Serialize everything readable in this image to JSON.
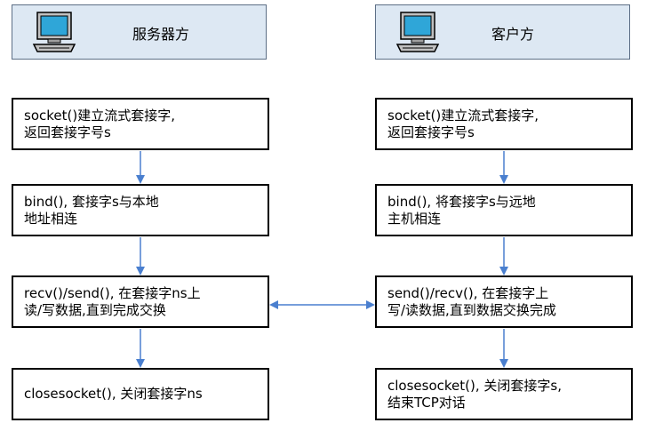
{
  "server": {
    "title": "服务器方",
    "steps": [
      {
        "lines": [
          "socket()建立流式套接字,",
          "返回套接字号s"
        ]
      },
      {
        "lines": [
          "bind(), 套接字s与本地",
          "地址相连"
        ]
      },
      {
        "lines": [
          "recv()/send(), 在套接字ns上",
          "读/写数据,直到完成交换"
        ]
      },
      {
        "lines": [
          "closesocket(), 关闭套接字ns"
        ]
      }
    ]
  },
  "client": {
    "title": "客户方",
    "steps": [
      {
        "lines": [
          "socket()建立流式套接字,",
          "返回套接字号s"
        ]
      },
      {
        "lines": [
          "bind(), 将套接字s与远地",
          "主机相连"
        ]
      },
      {
        "lines": [
          "send()/recv(), 在套接字上",
          "写/读数据,直到数据交换完成"
        ]
      },
      {
        "lines": [
          "closesocket(), 关闭套接字s,",
          "结束TCP对话"
        ]
      }
    ]
  },
  "colors": {
    "arrow": "#4a7fcf",
    "header_bg": "#dde8f3",
    "header_border": "#5d6f86"
  },
  "icons": {
    "server": "computer-icon",
    "client": "computer-icon"
  }
}
